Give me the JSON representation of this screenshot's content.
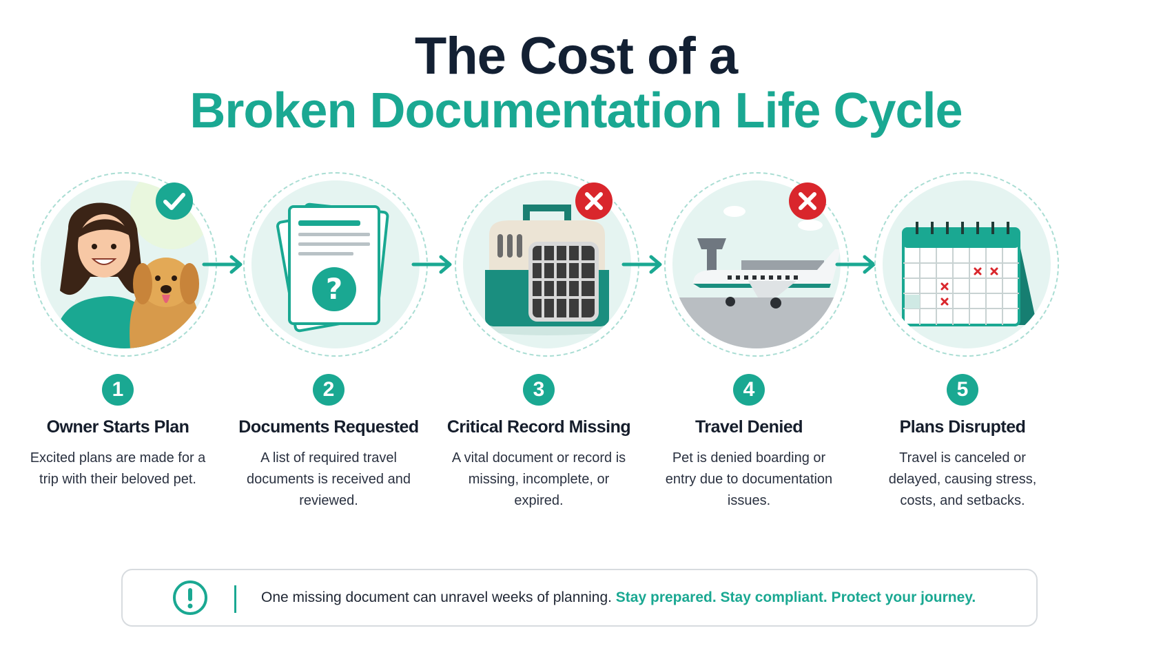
{
  "header": {
    "title_line1": "The Cost of a",
    "title_line2": "Broken Documentation Life Cycle"
  },
  "colors": {
    "accent": "#1aa892",
    "title_dark": "#132033",
    "error_red": "#d9262c",
    "ring": "#a9ddd3",
    "disc": "#e5f4f1"
  },
  "steps": [
    {
      "number": "1",
      "title": "Owner Starts Plan",
      "description": "Excited plans are made for a trip with their beloved pet.",
      "icon": "owner-with-dog",
      "status_icon": "check-icon"
    },
    {
      "number": "2",
      "title": "Documents Requested",
      "description": "A list of required travel documents is received and reviewed.",
      "icon": "documents-question-icon",
      "status_icon": ""
    },
    {
      "number": "3",
      "title": "Critical Record Missing",
      "description": "A vital document or record is missing, incomplete, or expired.",
      "icon": "pet-carrier-icon",
      "status_icon": "x-icon"
    },
    {
      "number": "4",
      "title": "Travel Denied",
      "description": "Pet is denied boarding or entry due to documentation issues.",
      "icon": "airplane-icon",
      "status_icon": "x-icon"
    },
    {
      "number": "5",
      "title": "Plans Disrupted",
      "description": "Travel is canceled or delayed, causing stress, costs, and setbacks.",
      "icon": "calendar-icon",
      "status_icon": ""
    }
  ],
  "footer": {
    "text": "One missing document can unravel weeks of planning.",
    "highlight": "Stay prepared. Stay compliant. Protect your journey.",
    "icon": "exclamation-icon"
  }
}
